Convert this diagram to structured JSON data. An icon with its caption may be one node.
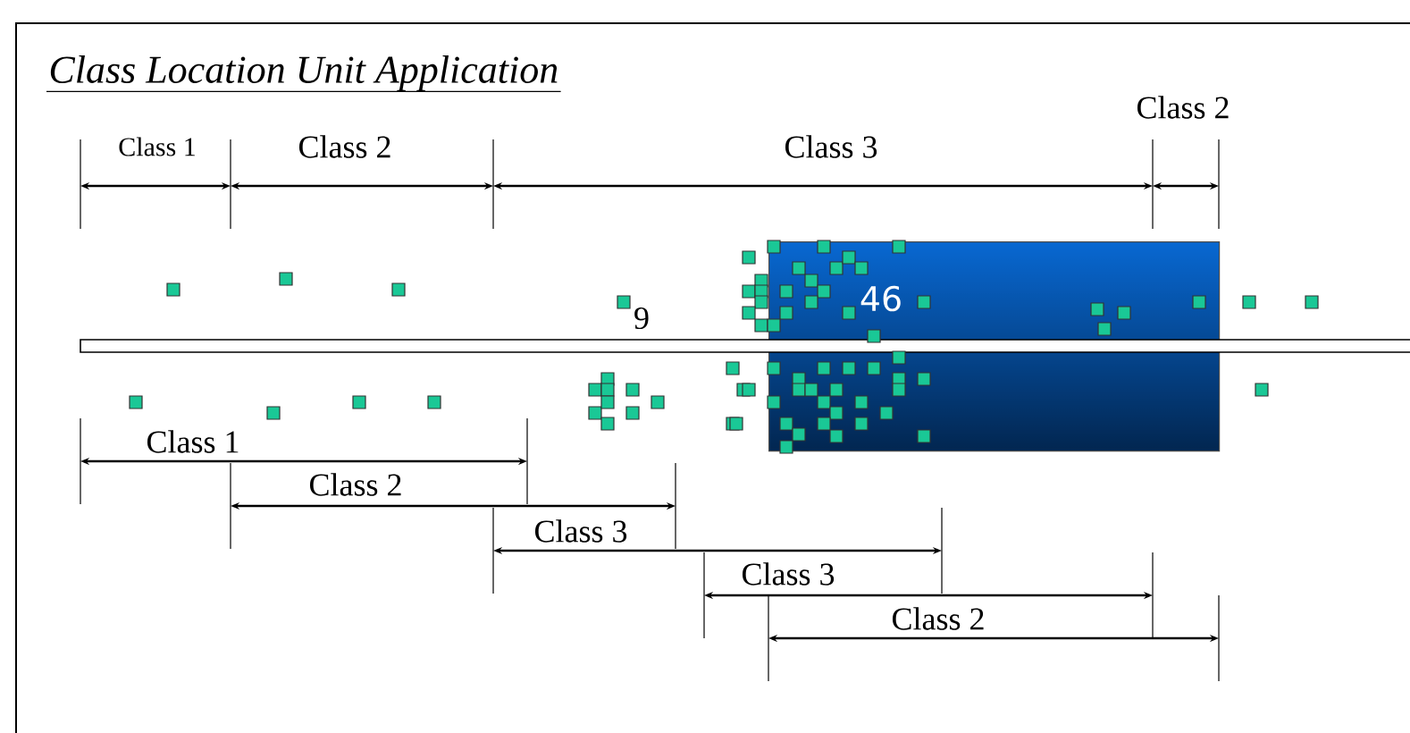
{
  "diagram": {
    "title": "Class Location Unit Application",
    "nodes": [
      {
        "text": [
          "46"
        ]
      }
    ],
    "labels": [
      "Class 2",
      "Class 1",
      "Class 2",
      "Class 3",
      "9",
      "Class 1",
      "Class 2",
      "Class 3",
      "Class 3",
      "Class 2"
    ]
  }
}
